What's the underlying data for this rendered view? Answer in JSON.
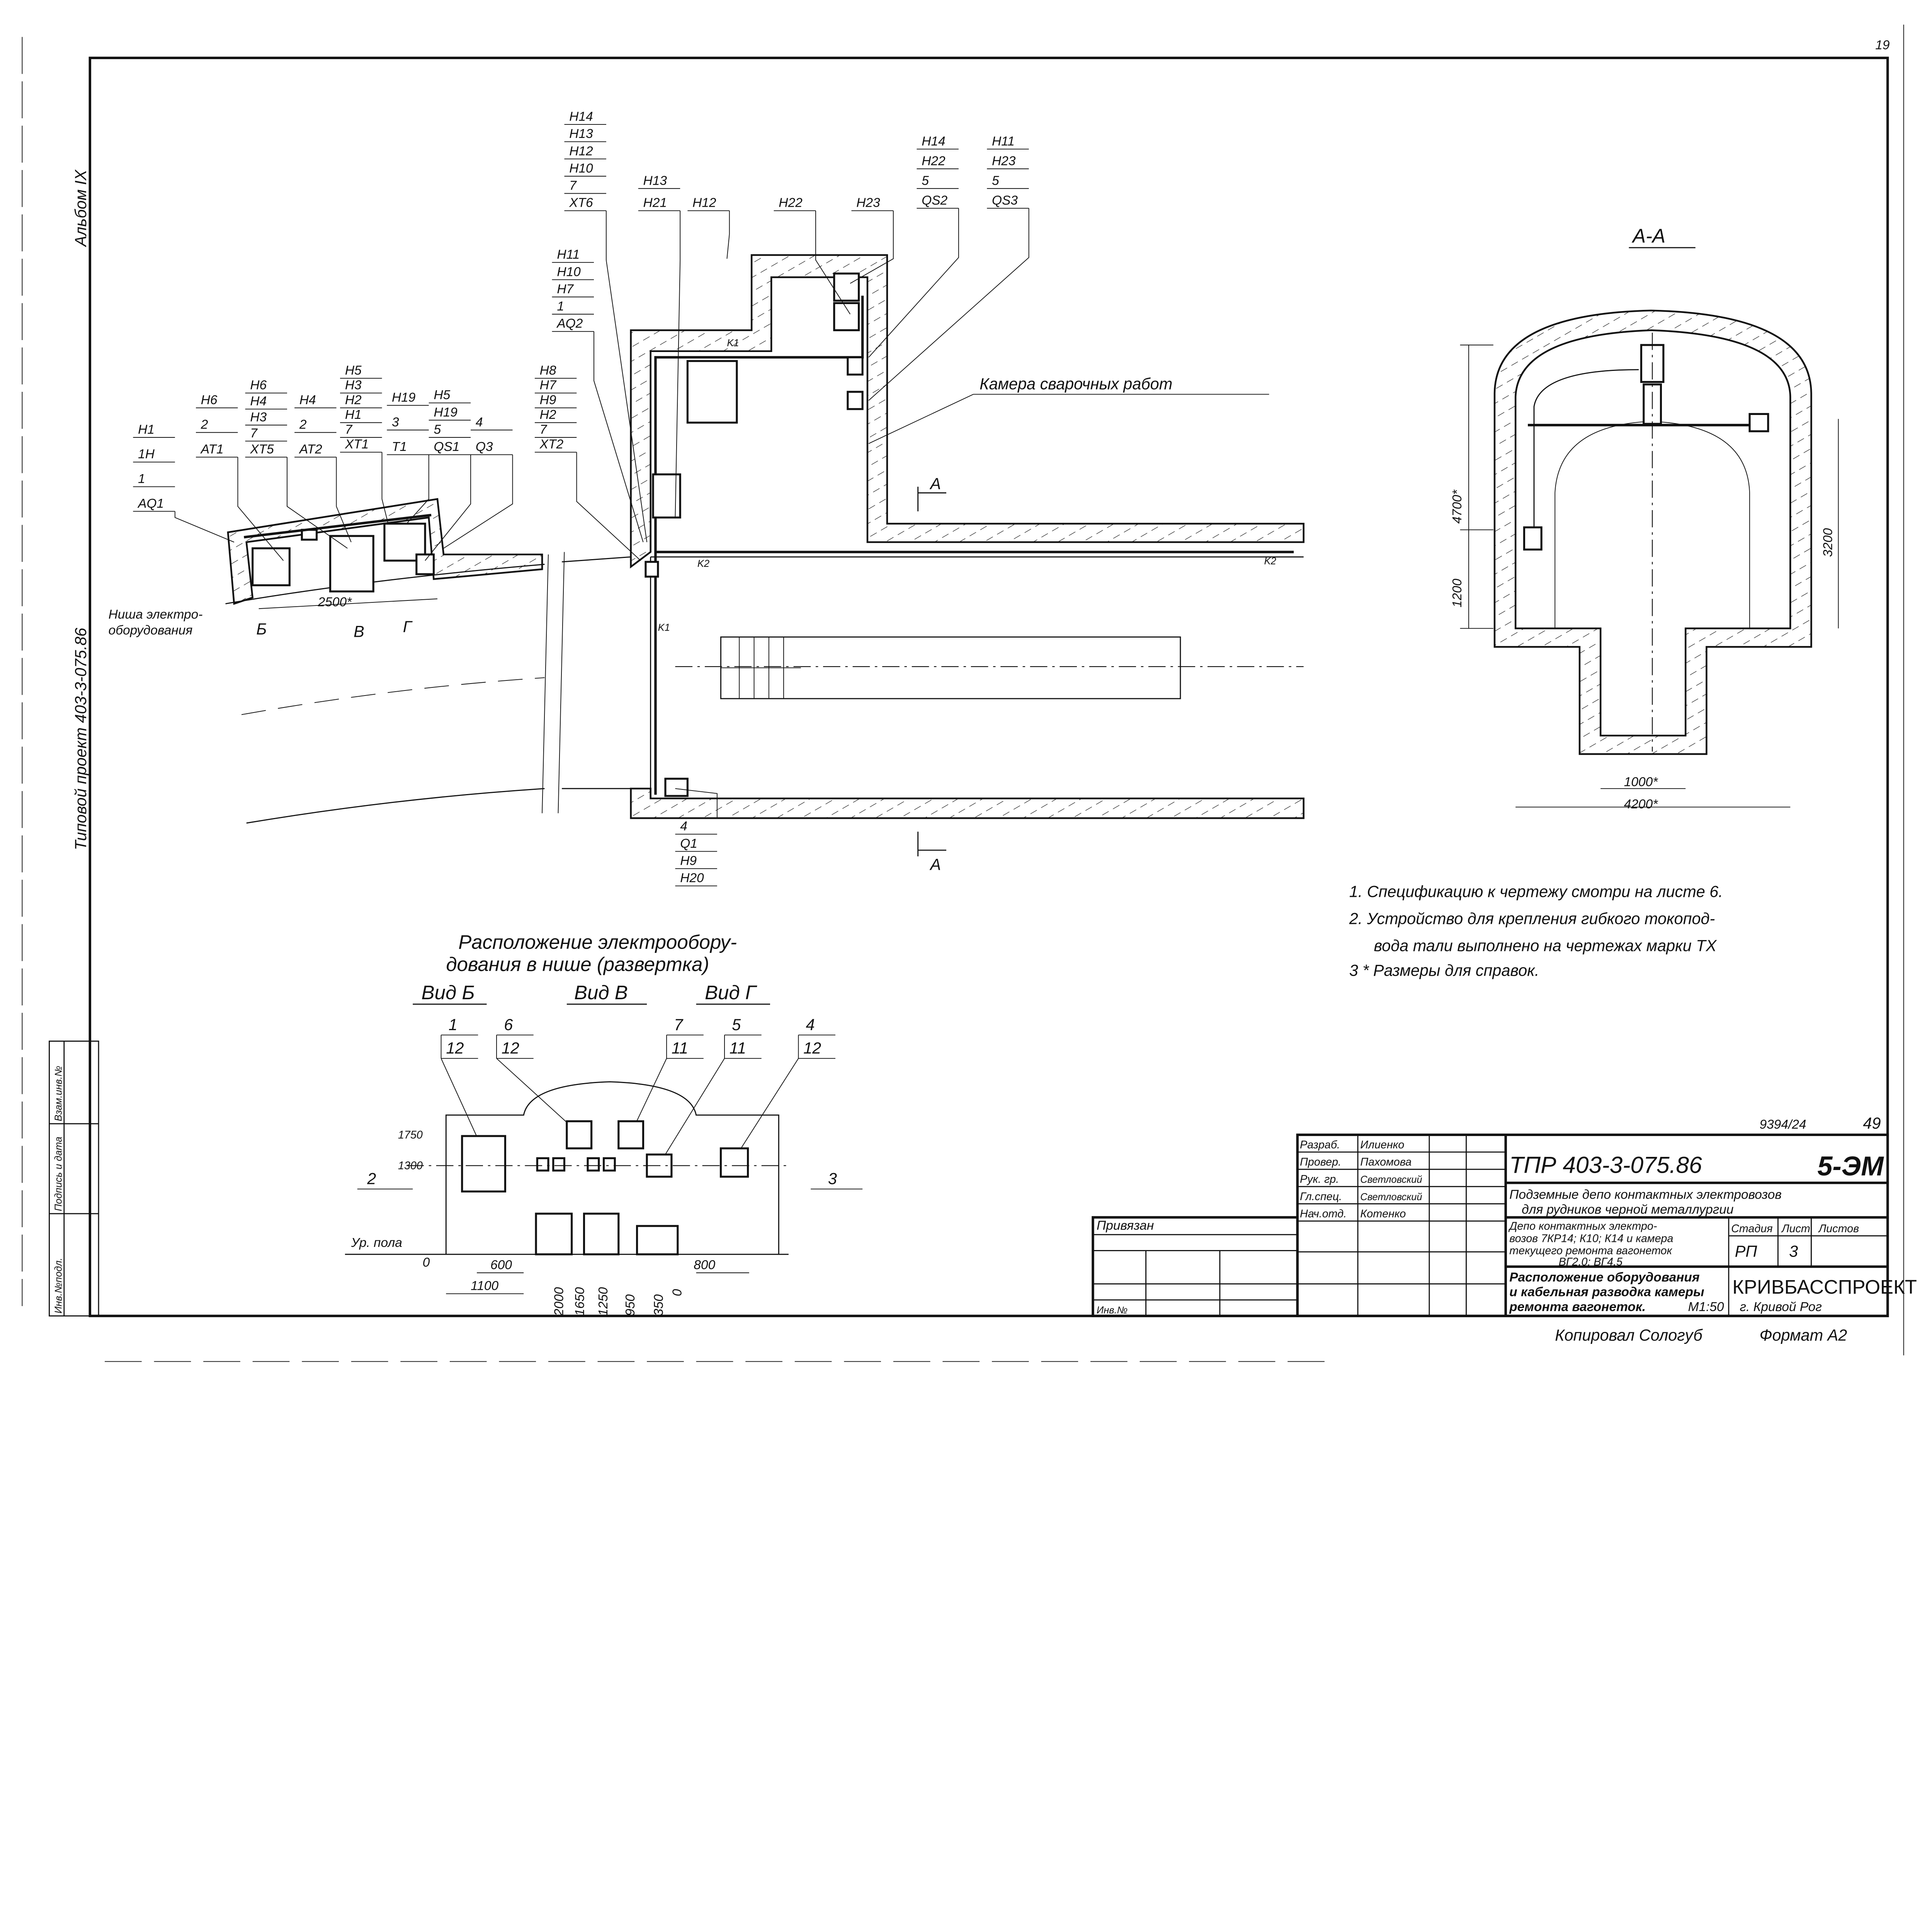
{
  "side": {
    "album": "Альбом IX",
    "project": "Типовой проект   403-3-075.86",
    "stamp_columns": [
      "Инв.№подл.",
      "Подпись и дата",
      "Взам.инв.№"
    ],
    "corner_number": "19"
  },
  "plan": {
    "callouts": [
      {
        "lines": [
          "H1",
          "1H",
          "1",
          "AQ1"
        ]
      },
      {
        "lines": [
          "H6",
          "2",
          "AT1"
        ]
      },
      {
        "lines": [
          "H6",
          "H4",
          "H3",
          "7",
          "XT5"
        ]
      },
      {
        "lines": [
          "H4",
          "2",
          "AT2"
        ]
      },
      {
        "lines": [
          "H5",
          "H3",
          "H2",
          "H1",
          "7",
          "XT1"
        ]
      },
      {
        "lines": [
          "H19",
          "3",
          "T1"
        ]
      },
      {
        "lines": [
          "H5",
          "H19",
          "5",
          "QS1"
        ]
      },
      {
        "lines": [
          "4",
          "Q3"
        ]
      },
      {
        "lines": [
          "H14",
          "H13",
          "H12",
          "H10",
          "7",
          "XT6"
        ]
      },
      {
        "lines": [
          "H11",
          "H10",
          "H7",
          "1",
          "AQ2"
        ]
      },
      {
        "lines": [
          "H8",
          "H7",
          "H9",
          "H2",
          "7",
          "XT2"
        ]
      },
      {
        "lines": [
          "H13",
          "H21"
        ]
      },
      {
        "lines": [
          "H12"
        ]
      },
      {
        "lines": [
          "H22"
        ]
      },
      {
        "lines": [
          "H23"
        ]
      },
      {
        "lines": [
          "H14",
          "H22",
          "5",
          "QS2"
        ]
      },
      {
        "lines": [
          "H11",
          "H23",
          "5",
          "QS3"
        ]
      },
      {
        "lines": [
          "4",
          "Q1",
          "H9",
          "H20"
        ]
      }
    ],
    "chamber_label": "Камера   сварочных   работ",
    "niche_label_1": "Ниша электро-",
    "niche_label_2": "оборудования",
    "niche_dim": "2500*",
    "view_marks": [
      "Б",
      "В",
      "Г"
    ],
    "section_mark": "A",
    "cable_marks": [
      "K1",
      "K2"
    ]
  },
  "section": {
    "title": "А-А",
    "dims": [
      "4700*",
      "1200",
      "3200",
      "1000*",
      "4200*"
    ]
  },
  "niche_view": {
    "title_1": "Расположение  электрообору-",
    "title_2": "дования   в нише (развертка)",
    "views": [
      "Вид Б",
      "Вид В",
      "Вид Г"
    ],
    "callouts": [
      {
        "top": "1",
        "bottom": "12"
      },
      {
        "top": "6",
        "bottom": "12"
      },
      {
        "top": "7",
        "bottom": "11"
      },
      {
        "top": "5",
        "bottom": "11"
      },
      {
        "top": "4",
        "bottom": "12"
      }
    ],
    "side_marks": [
      "2",
      "3"
    ],
    "heights": [
      "1750",
      "1300"
    ],
    "floor_label": "Ур. пола",
    "zero": "0",
    "dims_horizontal": [
      "600",
      "1100",
      "800"
    ],
    "dims_vertical": [
      "2000",
      "1650",
      "1250",
      "950",
      "350",
      "0"
    ]
  },
  "notes": [
    "1.  Спецификацию  к чертежу  смотри  на  листе 6.",
    "2.  Устройство  для  крепления  гибкого  токопод-",
    "вода   тали    выполнено  на  чертежах марки ТХ",
    "3   * Размеры для   справок."
  ],
  "title_block": {
    "archive_no": "9394/24",
    "page_no": "49",
    "roles": [
      {
        "role": "Разраб.",
        "name": "Илиенко"
      },
      {
        "role": "Провер.",
        "name": "Пахомова"
      },
      {
        "role": "Рук. гр.",
        "name": "Светловский"
      },
      {
        "role": "Гл.спец.",
        "name": "Светловский"
      },
      {
        "role": "Нач.отд.",
        "name": "Котенко"
      }
    ],
    "tied_label": "Привязан",
    "inv_label": "Инв.№",
    "code": "ТПР 403-3-075.86",
    "sheet_code": "5-ЭМ",
    "project_title_1": "Подземные депо контактных электровозов",
    "project_title_2": "для  рудников черной  металлургии",
    "object_1": "Депо контактных электро-",
    "object_2": "возов 7КР14; К10; К14 и камера",
    "object_3": "текущего ремонта вагонеток",
    "object_4": "ВГ2,0;  ВГ4,5",
    "stage_header": "Стадия",
    "sheet_header": "Лист",
    "sheets_header": "Листов",
    "stage": "РП",
    "sheet": "3",
    "drawing_title_1": "Расположение оборудования",
    "drawing_title_2": "и кабельная разводка камеры",
    "drawing_title_3": "ремонта вагонеток.",
    "scale": "М1:50",
    "org": "КРИВБАССПРОЕКТ",
    "city": "г. Кривой Рог",
    "copied": "Копировал Сологуб",
    "format": "Формат А2"
  }
}
